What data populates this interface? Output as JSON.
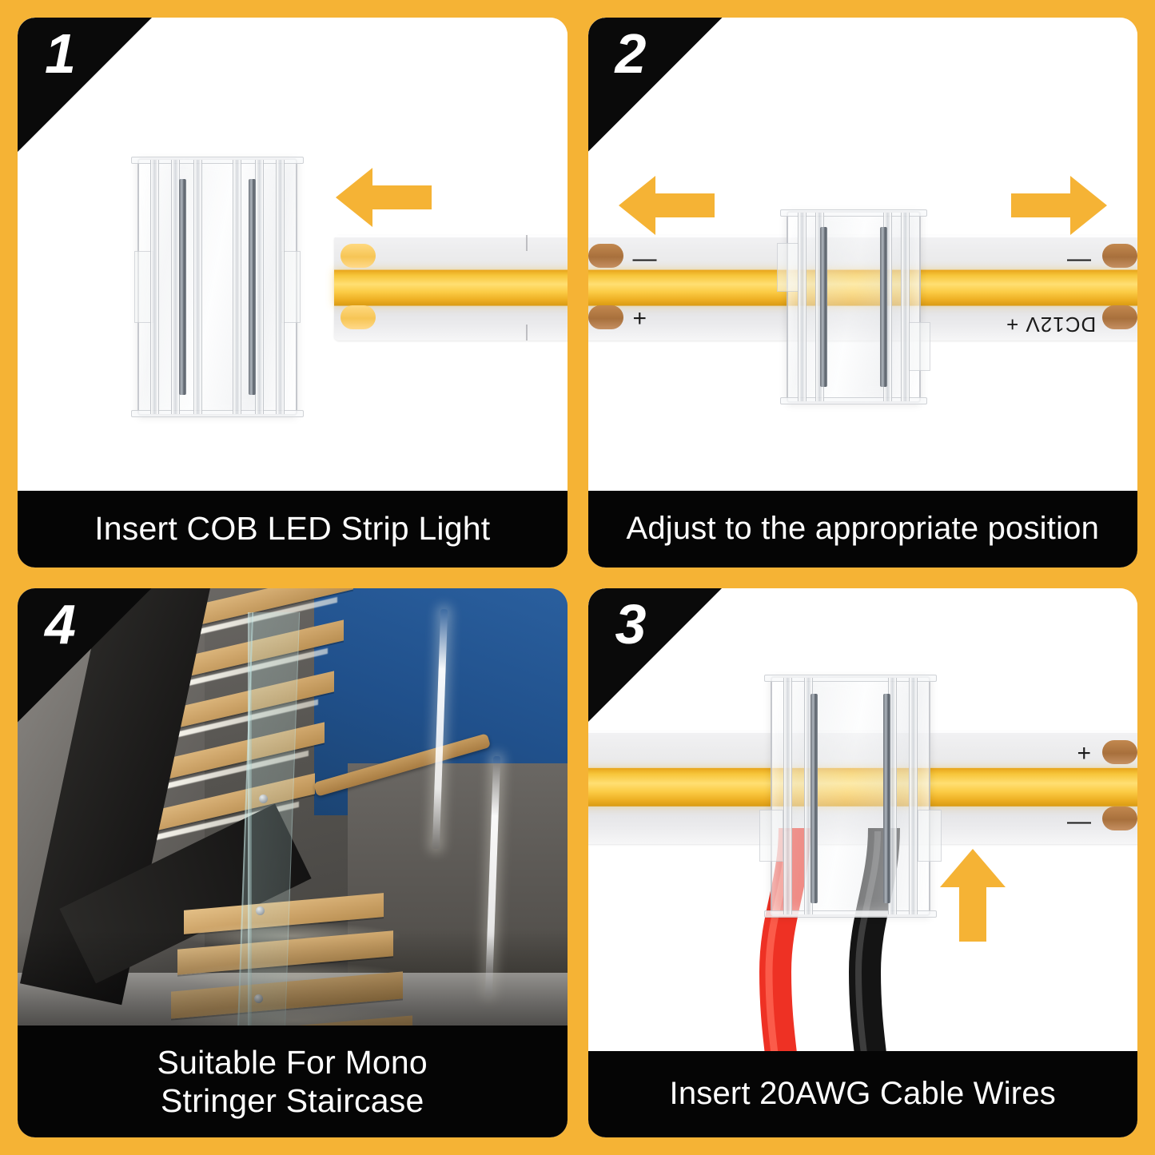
{
  "theme": {
    "border_color": "#F5B335",
    "arrow_color": "#F5B335",
    "caption_bg": "#050505",
    "caption_text_color": "#FFFFFF",
    "badge_bg": "#0A0A0A",
    "badge_text_color": "#FFFFFF",
    "cob_yellow": "#F7C63B",
    "wire_red": "#EE3124",
    "wire_black": "#141414"
  },
  "panels": [
    {
      "number": "1",
      "caption": "Insert COB LED Strip Light",
      "arrows": [
        {
          "name": "arrow-left",
          "direction": "left"
        }
      ],
      "strip_markings": {
        "dc_label": "",
        "top_sign": "",
        "bottom_sign": ""
      }
    },
    {
      "number": "2",
      "caption": "Adjust to the appropriate position",
      "arrows": [
        {
          "name": "arrow-left",
          "direction": "left"
        },
        {
          "name": "arrow-right",
          "direction": "right"
        }
      ],
      "strip_markings": {
        "left_top_sign": "—",
        "left_bottom_sign": "+",
        "right_top_sign": "—",
        "dc_label": "DC12V +"
      }
    },
    {
      "number": "3",
      "caption": "Insert 20AWG Cable Wires",
      "arrows": [
        {
          "name": "arrow-up",
          "direction": "up"
        }
      ],
      "strip_markings": {
        "top_sign": "+",
        "bottom_sign": "—"
      },
      "wires": [
        {
          "name": "wire-red",
          "color": "#EE3124"
        },
        {
          "name": "wire-black",
          "color": "#141414"
        }
      ]
    },
    {
      "number": "4",
      "caption": "Suitable For Mono\nStringer Staircase",
      "photo_alt": "Mono stringer floating staircase with LED strip lighting"
    }
  ]
}
